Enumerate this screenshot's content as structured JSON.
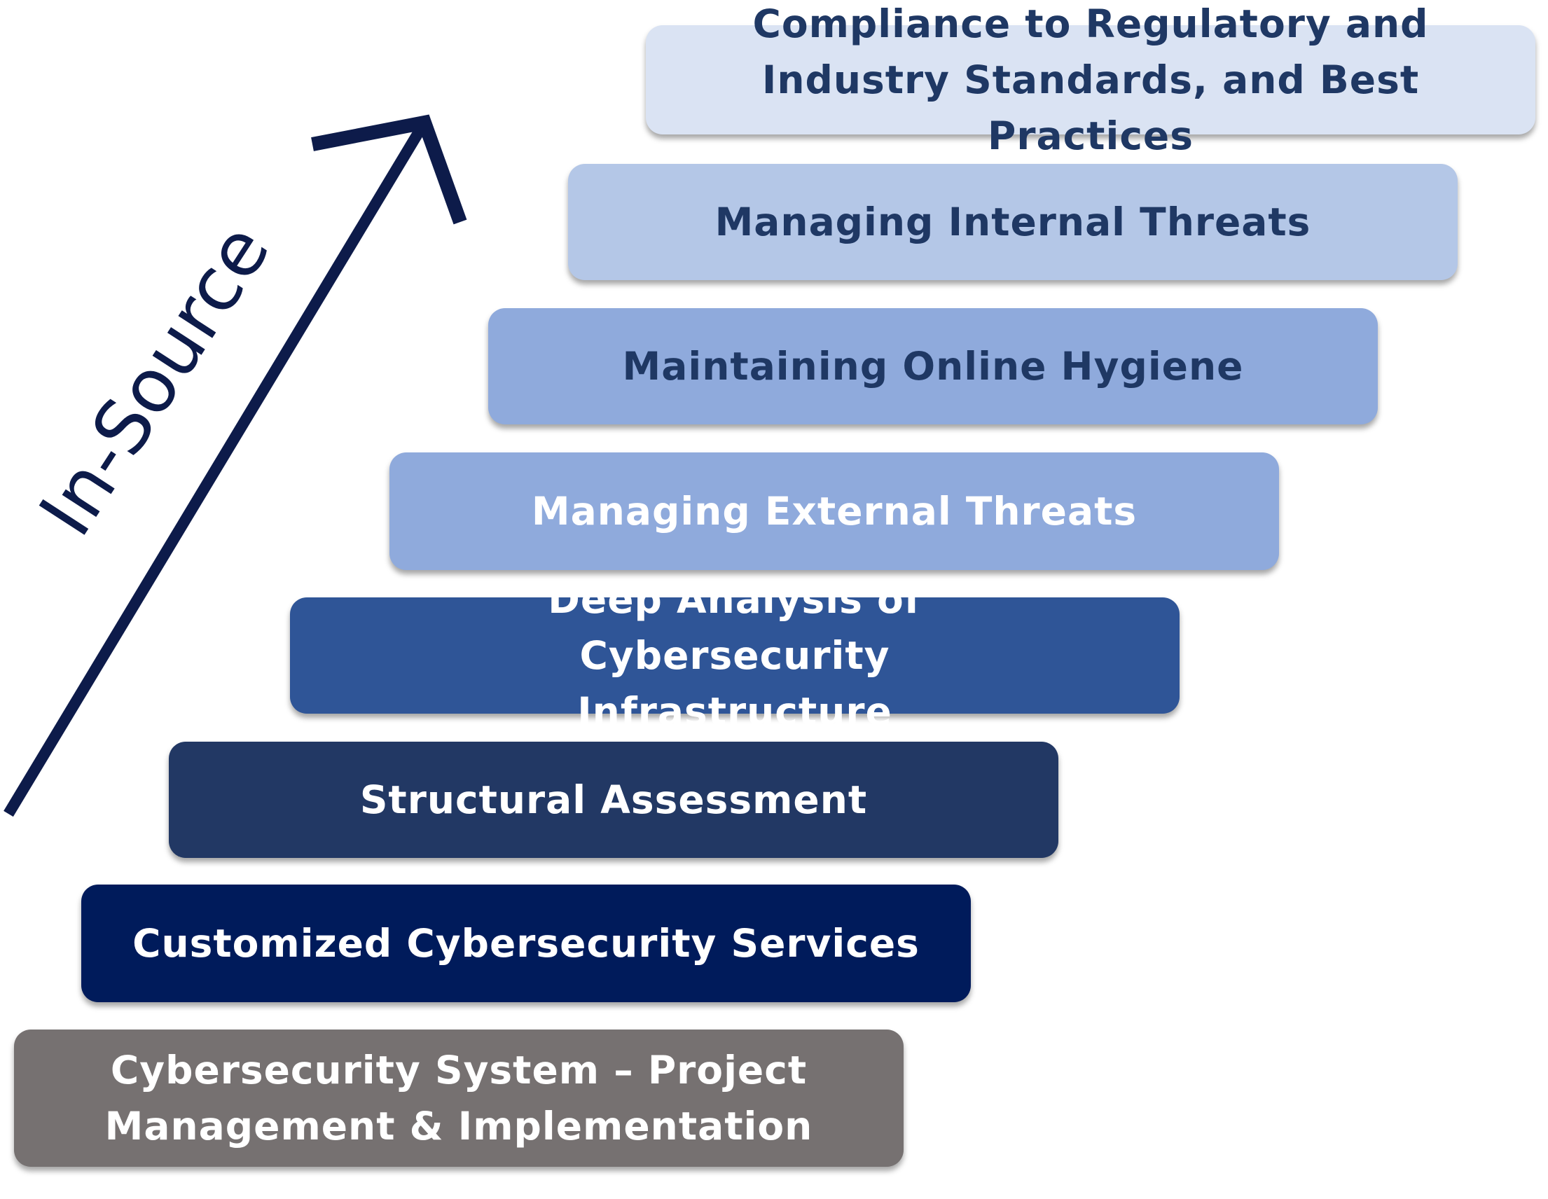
{
  "diagram": {
    "arrow_label": "In-Source",
    "arrow_color": "#0d1b4a",
    "steps": [
      {
        "label": "Cybersecurity System – Project Management & Implementation",
        "color": "#767171"
      },
      {
        "label": "Customized Cybersecurity Services",
        "color": "#001b5b"
      },
      {
        "label": "Structural Assessment",
        "color": "#223864"
      },
      {
        "label": "Deep Analysis of Cybersecurity Infrastructure",
        "color": "#2f5597"
      },
      {
        "label": "Managing External Threats",
        "color": "#8faadc"
      },
      {
        "label": "Maintaining Online Hygiene",
        "color": "#8faadc"
      },
      {
        "label": "Managing Internal Threats",
        "color": "#b4c7e7"
      },
      {
        "label": "Compliance to Regulatory and Industry Standards, and Best Practices",
        "color": "#dae3f3"
      }
    ]
  }
}
